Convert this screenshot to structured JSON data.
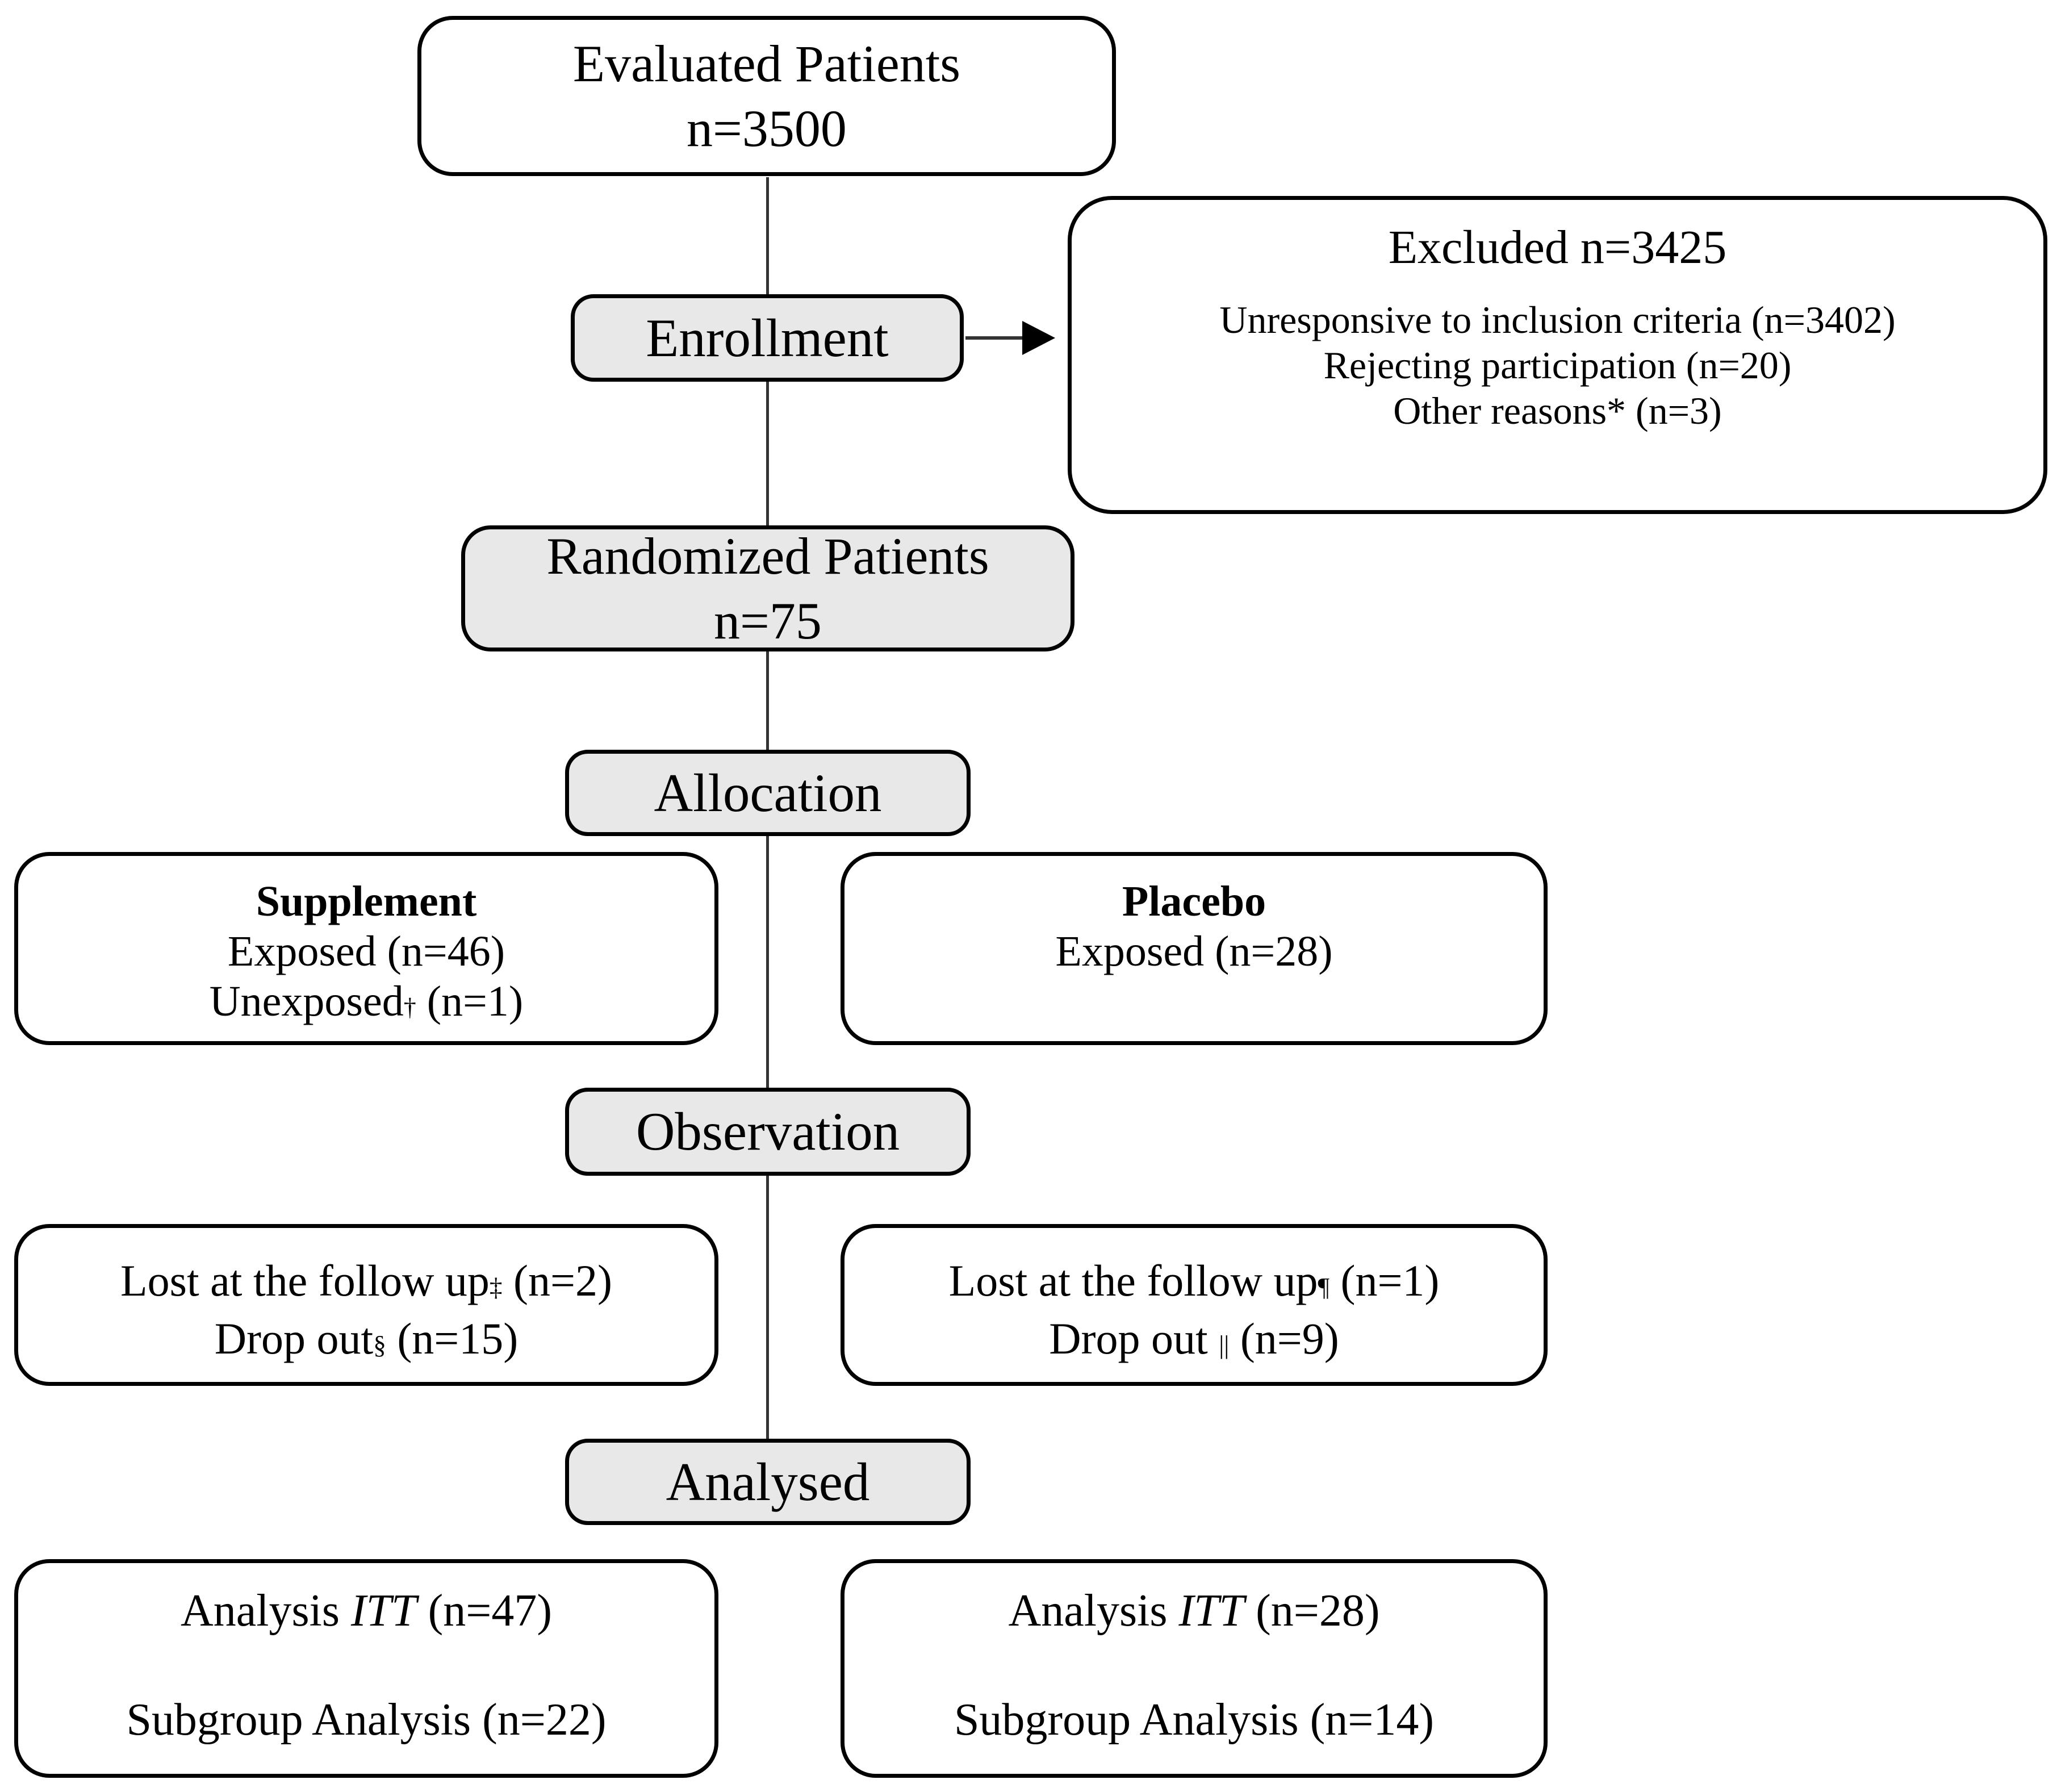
{
  "colors": {
    "box_fill_gray": "#e8e8e8",
    "box_fill_white": "#ffffff",
    "border": "#000000",
    "connector": "#333333",
    "background": "#ffffff"
  },
  "flow": {
    "evaluated": {
      "line1": "Evaluated Patients",
      "line2": "n=3500"
    },
    "stage_enrollment": "Enrollment",
    "excluded": {
      "title": "Excluded n=3425",
      "reasons": [
        "Unresponsive to inclusion criteria (n=3402)",
        "Rejecting participation (n=20)",
        "Other reasons* (n=3)"
      ]
    },
    "randomized": {
      "line1": "Randomized Patients",
      "line2": "n=75"
    },
    "stage_allocation": "Allocation",
    "supplement": {
      "title": "Supplement",
      "line2": "Exposed (n=46)",
      "line3_pre": "Unexposed",
      "line3_sup": "†",
      "line3_post": " (n=1)"
    },
    "placebo": {
      "title": "Placebo",
      "line2": "Exposed (n=28)"
    },
    "stage_observation": "Observation",
    "lost_supplement": {
      "line1_pre": "Lost at the follow up",
      "line1_sup": "‡",
      "line1_post": " (n=2)",
      "line2_pre": "Drop out",
      "line2_sup": "§",
      "line2_post": " (n=15)"
    },
    "lost_placebo": {
      "line1_pre": "Lost at the follow up",
      "line1_sup": "¶",
      "line1_post": " (n=1)",
      "line2_pre": "Drop out ",
      "line2_sup": "||",
      "line2_post": " (n=9)"
    },
    "stage_analysed": "Analysed",
    "analysis_supplement": {
      "line1_pre": "Analysis ",
      "line1_it": "ITT",
      "line1_post": " (n=47)",
      "line2": "Subgroup Analysis (n=22)"
    },
    "analysis_placebo": {
      "line1_pre": "Analysis ",
      "line1_it": "ITT",
      "line1_post": " (n=28)",
      "line2": "Subgroup Analysis (n=14)"
    }
  }
}
